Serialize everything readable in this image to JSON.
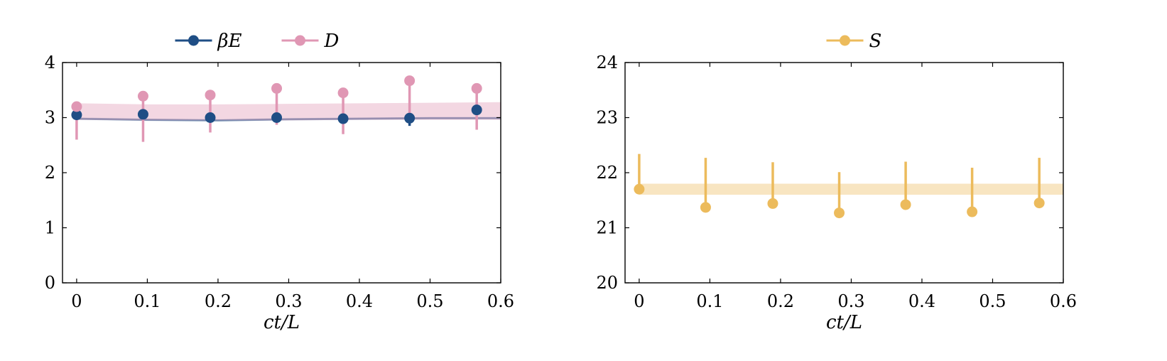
{
  "chart_data": [
    {
      "type": "scatter",
      "xlabel": "ct/L",
      "ylabel": "",
      "xlim": [
        -0.02,
        0.6
      ],
      "ylim": [
        0,
        4
      ],
      "xticks": [
        "0",
        "0.1",
        "0.2",
        "0.3",
        "0.4",
        "0.5",
        "0.6"
      ],
      "xtick_values": [
        0,
        0.1,
        0.2,
        0.3,
        0.4,
        0.5,
        0.6
      ],
      "yticks": [
        "0",
        "1",
        "2",
        "3",
        "4"
      ],
      "ytick_values": [
        0,
        1,
        2,
        3,
        4
      ],
      "legend_position": "top-center",
      "series": [
        {
          "name": "βE",
          "color": "#1f4e85",
          "x": [
            0,
            0.094,
            0.189,
            0.283,
            0.377,
            0.471,
            0.566
          ],
          "y": [
            3.05,
            3.06,
            3.0,
            3.0,
            2.98,
            2.99,
            3.14
          ],
          "err_lower": [
            0.0,
            0.0,
            0.0,
            0.0,
            0.0,
            0.14,
            0.0
          ],
          "err_upper": [
            0.0,
            0.0,
            0.0,
            0.0,
            0.0,
            0.0,
            0.0
          ],
          "band_x": [
            0,
            0.1,
            0.2,
            0.3,
            0.4,
            0.5,
            0.6
          ],
          "band_center": [
            2.98,
            2.96,
            2.95,
            2.97,
            2.98,
            2.99,
            2.99
          ],
          "band_half_width": [
            0.02,
            0.02,
            0.02,
            0.02,
            0.02,
            0.02,
            0.02
          ]
        },
        {
          "name": "D",
          "color": "#e097b4",
          "x": [
            0,
            0.094,
            0.189,
            0.283,
            0.377,
            0.471,
            0.566
          ],
          "y": [
            3.2,
            3.39,
            3.41,
            3.53,
            3.45,
            3.67,
            3.53
          ],
          "err_lower": [
            0.6,
            0.83,
            0.68,
            0.66,
            0.75,
            0.76,
            0.75
          ],
          "err_upper": [
            0.0,
            0.0,
            0.0,
            0.0,
            0.0,
            0.0,
            0.0
          ],
          "band_x": [
            0,
            0.1,
            0.2,
            0.3,
            0.4,
            0.5,
            0.6
          ],
          "band_lower": [
            2.96,
            2.95,
            2.95,
            2.95,
            2.96,
            2.96,
            2.96
          ],
          "band_upper": [
            3.26,
            3.24,
            3.24,
            3.25,
            3.26,
            3.27,
            3.28
          ]
        }
      ]
    },
    {
      "type": "scatter",
      "xlabel": "ct/L",
      "ylabel": "",
      "xlim": [
        -0.02,
        0.6
      ],
      "ylim": [
        20,
        24
      ],
      "xticks": [
        "0",
        "0.1",
        "0.2",
        "0.3",
        "0.4",
        "0.5",
        "0.6"
      ],
      "xtick_values": [
        0,
        0.1,
        0.2,
        0.3,
        0.4,
        0.5,
        0.6
      ],
      "yticks": [
        "20",
        "21",
        "22",
        "23",
        "24"
      ],
      "ytick_values": [
        20,
        21,
        22,
        23,
        24
      ],
      "legend_position": "top-center",
      "series": [
        {
          "name": "S",
          "color": "#ecbb5c",
          "x": [
            0,
            0.094,
            0.189,
            0.283,
            0.377,
            0.471,
            0.566
          ],
          "y": [
            21.7,
            21.37,
            21.44,
            21.27,
            21.42,
            21.29,
            21.45
          ],
          "err_lower": [
            0.0,
            0.0,
            0.0,
            0.0,
            0.0,
            0.0,
            0.0
          ],
          "err_upper": [
            0.64,
            0.9,
            0.75,
            0.74,
            0.78,
            0.8,
            0.82
          ],
          "band_x": [
            0,
            0.1,
            0.2,
            0.3,
            0.4,
            0.5,
            0.6
          ],
          "band_lower": [
            21.6,
            21.6,
            21.6,
            21.6,
            21.6,
            21.6,
            21.6
          ],
          "band_upper": [
            21.8,
            21.8,
            21.8,
            21.8,
            21.8,
            21.8,
            21.8
          ]
        }
      ]
    }
  ]
}
